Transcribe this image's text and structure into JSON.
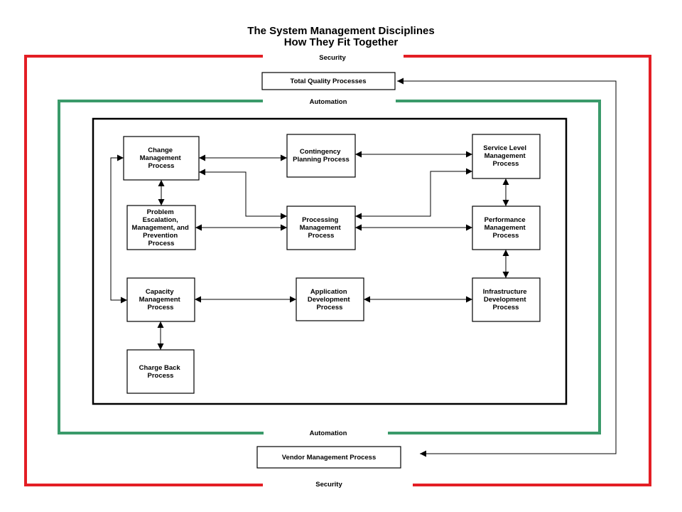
{
  "title": {
    "line1": "The System Management Disciplines",
    "line2": "How They Fit Together"
  },
  "frames": {
    "security_top": "Security",
    "security_bottom": "Security",
    "automation_top": "Automation",
    "automation_bottom": "Automation",
    "total_quality": "Total Quality Processes",
    "vendor_management": "Vendor Management Process"
  },
  "colors": {
    "security_frame": "#e31e24",
    "automation_frame": "#3a9a6a",
    "line": "#000000"
  },
  "nodes": {
    "change": [
      "Change",
      "Management",
      "Process"
    ],
    "contingency": [
      "Contingency",
      "Planning Process"
    ],
    "service_level": [
      "Service Level",
      "Management",
      "Process"
    ],
    "problem": [
      "Problem",
      "Escalation,",
      "Management, and",
      "Prevention",
      "Process"
    ],
    "processing": [
      "Processing",
      "Management",
      "Process"
    ],
    "performance": [
      "Performance",
      "Management",
      "Process"
    ],
    "capacity": [
      "Capacity",
      "Management",
      "Process"
    ],
    "application": [
      "Application",
      "Development",
      "Process"
    ],
    "infrastructure": [
      "Infrastructure",
      "Development",
      "Process"
    ],
    "charge_back": [
      "Charge Back",
      "Process"
    ]
  },
  "edges": [
    [
      "change",
      "contingency"
    ],
    [
      "contingency",
      "service_level"
    ],
    [
      "change",
      "problem"
    ],
    [
      "change",
      "processing"
    ],
    [
      "service_level",
      "processing"
    ],
    [
      "service_level",
      "performance"
    ],
    [
      "problem",
      "processing"
    ],
    [
      "processing",
      "performance"
    ],
    [
      "performance",
      "infrastructure"
    ],
    [
      "change",
      "capacity"
    ],
    [
      "capacity",
      "application"
    ],
    [
      "application",
      "infrastructure"
    ],
    [
      "capacity",
      "charge_back"
    ],
    [
      "total_quality",
      "vendor_management"
    ]
  ]
}
